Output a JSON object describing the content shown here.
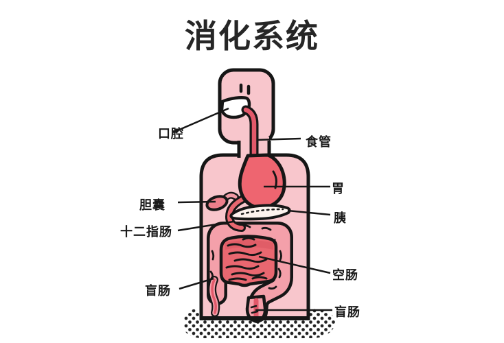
{
  "title": "消化系统",
  "labels": {
    "mouth": "口腔",
    "esophagus": "食管",
    "stomach": "胃",
    "gallbladder": "胆囊",
    "duodenum": "十二指肠",
    "pancreas": "胰",
    "jejunum": "空肠",
    "cecum": "盲肠",
    "rectum": "盲肠"
  },
  "colors": {
    "background": "#ffffff",
    "body_fill": "#f8c6cc",
    "colon_fill": "#f4a0aa",
    "stomach_fill": "#ee6570",
    "intestine_fill": "#e96770",
    "intestine_shadow": "#d95560",
    "esophagus_fill": "#e2596a",
    "pancreas_fill": "#fdf3ee",
    "gallbladder_fill": "#ec7e8a",
    "outline": "#161616",
    "label_text": "#1a1a1a"
  }
}
